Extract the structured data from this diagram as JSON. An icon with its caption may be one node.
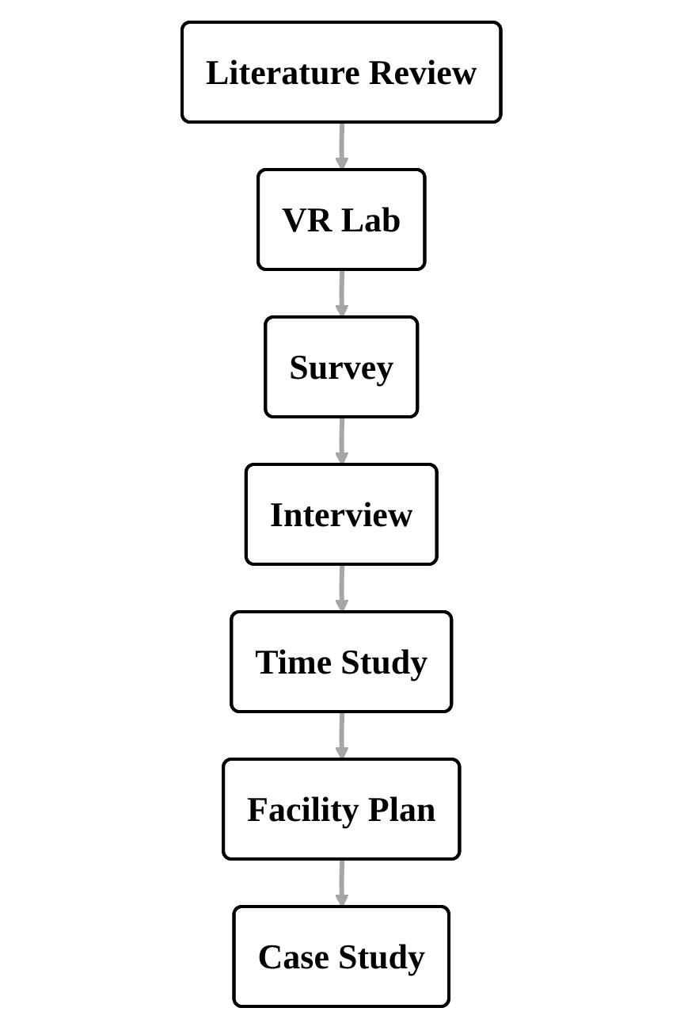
{
  "diagram": {
    "nodes": [
      {
        "text": [
          "Literature Review"
        ]
      },
      {
        "text": [
          "VR Lab"
        ]
      },
      {
        "text": [
          "Survey"
        ]
      },
      {
        "text": [
          "Interview"
        ]
      },
      {
        "text": [
          "Time Study"
        ]
      },
      {
        "text": [
          "Facility Plan"
        ]
      },
      {
        "text": [
          "Case Study"
        ]
      }
    ],
    "edges": [
      {
        "from": 0,
        "to": 1,
        "arrow": "to"
      },
      {
        "from": 1,
        "to": 2,
        "arrow": "to"
      },
      {
        "from": 2,
        "to": 3,
        "arrow": "to"
      },
      {
        "from": 3,
        "to": 4,
        "arrow": "to"
      },
      {
        "from": 4,
        "to": 5,
        "arrow": "to"
      },
      {
        "from": 5,
        "to": 6,
        "arrow": "to"
      }
    ]
  }
}
